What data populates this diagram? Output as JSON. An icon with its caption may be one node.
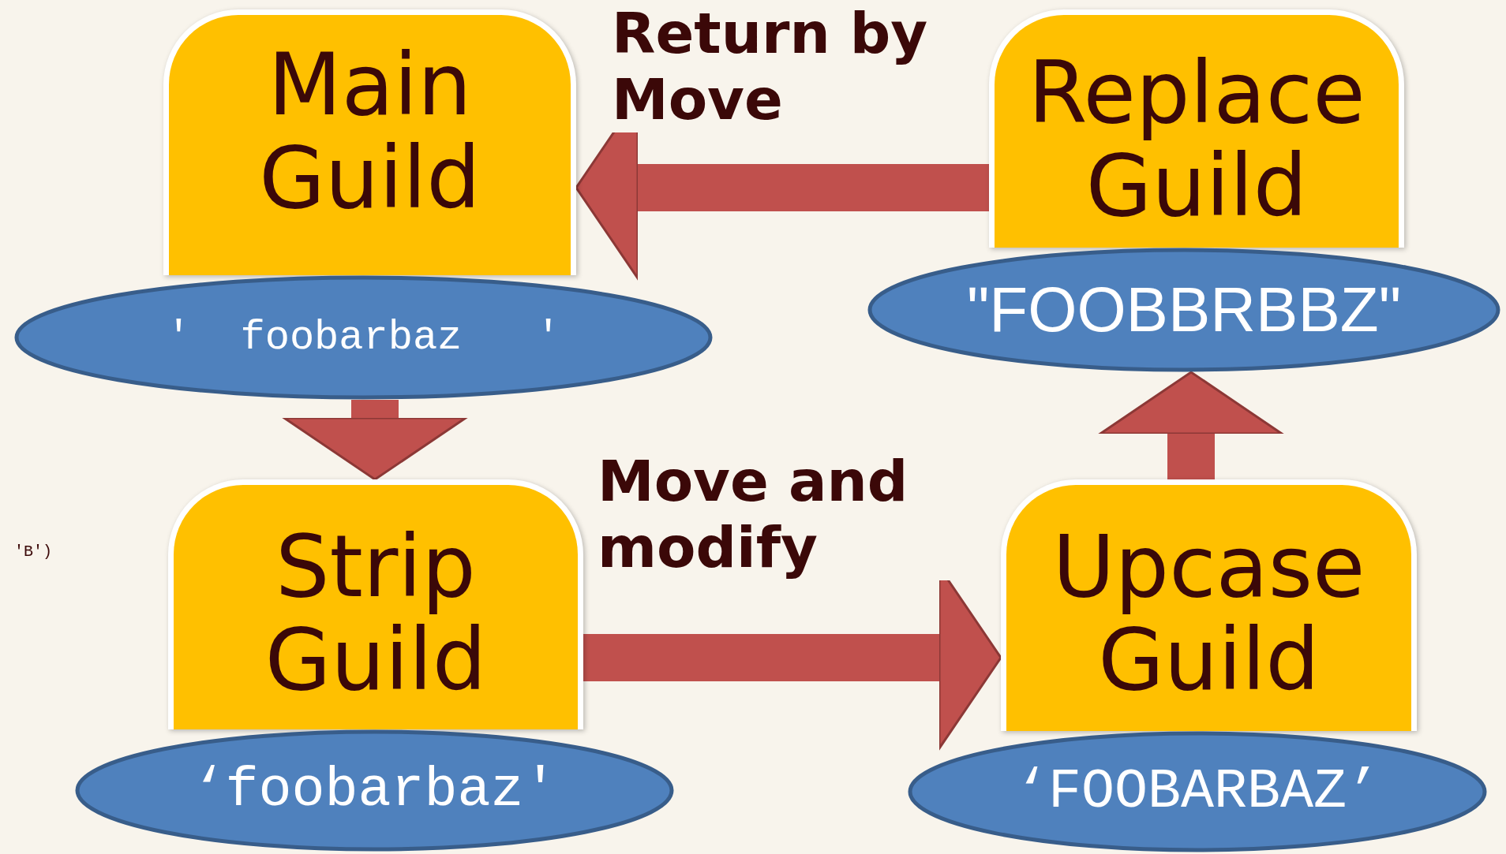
{
  "diagram": {
    "nodes": [
      {
        "text": [
          "Main Guild"
        ]
      },
      {
        "text": [
          "'  foobarbaz   '"
        ]
      },
      {
        "text": [
          "Replace Guild"
        ]
      },
      {
        "text": [
          "\"FOOBBRBBZ\""
        ]
      },
      {
        "text": [
          "Strip Guild"
        ]
      },
      {
        "text": [
          "‘foobarbaz'"
        ]
      },
      {
        "text": [
          "Upcase Guild"
        ]
      },
      {
        "text": [
          "‘FOOBARBAZ’"
        ]
      }
    ],
    "edges": [
      {
        "from": 1,
        "to": 4,
        "arrow": "to"
      },
      {
        "from": 4,
        "to": 6,
        "arrow": "to",
        "label": "Move and modify"
      },
      {
        "from": 6,
        "to": 3,
        "arrow": "to"
      },
      {
        "from": 2,
        "to": 0,
        "arrow": "to",
        "label": "Return by Move"
      }
    ],
    "labels": [
      "'B')"
    ]
  }
}
